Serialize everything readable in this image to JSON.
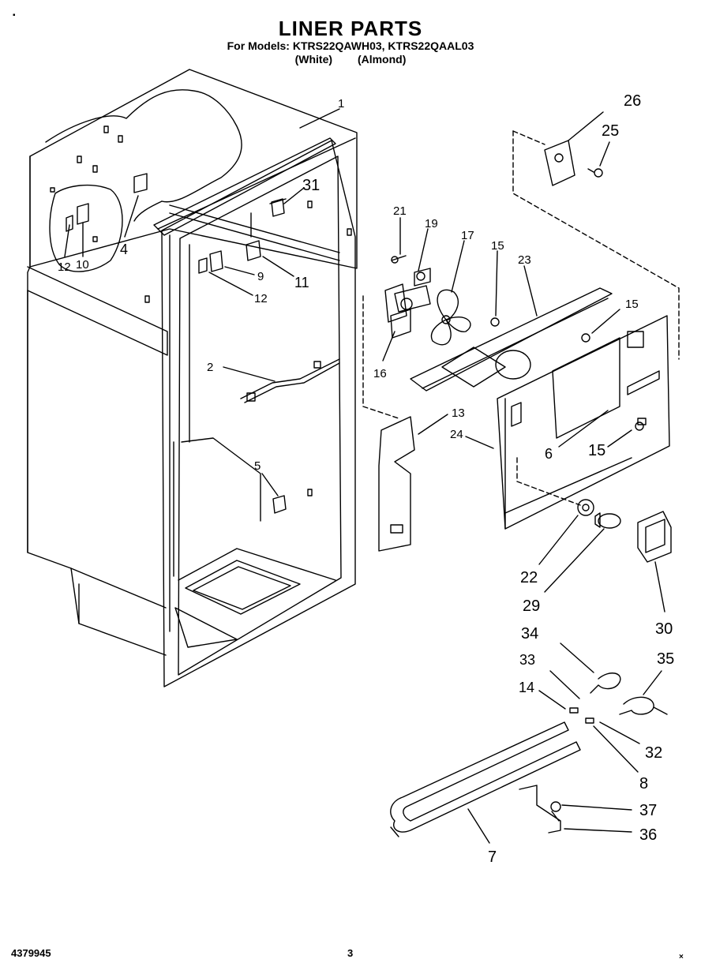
{
  "header": {
    "title": "LINER PARTS",
    "subtitle": "For Models: KTRS22QAWH03, KTRS22QAAL03",
    "color_labels": [
      "(White)",
      "(Almond)"
    ]
  },
  "callouts": [
    "1",
    "2",
    "4",
    "5",
    "6",
    "7",
    "8",
    "9",
    "10",
    "11",
    "12",
    "12",
    "13",
    "14",
    "15",
    "15",
    "15",
    "16",
    "17",
    "19",
    "21",
    "22",
    "23",
    "24",
    "25",
    "26",
    "29",
    "30",
    "31",
    "32",
    "33",
    "34",
    "35",
    "36",
    "37"
  ],
  "footer": {
    "doc_number": "4379945",
    "page_number": "3"
  },
  "marks": {
    "top_left": "▪",
    "bottom_right": "×"
  }
}
